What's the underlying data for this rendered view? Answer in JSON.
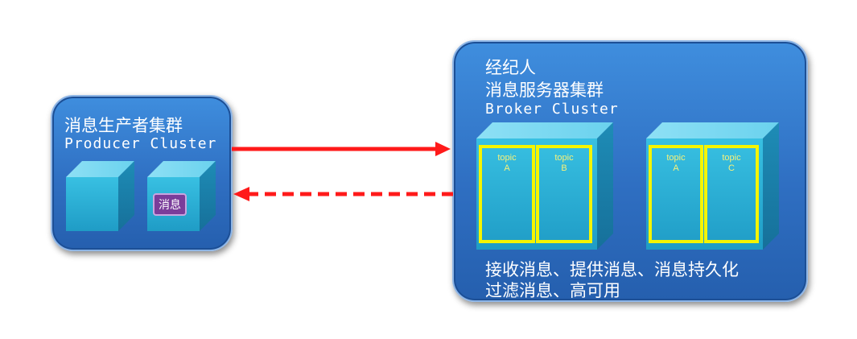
{
  "producer": {
    "title_cn": "消息生产者集群",
    "title_en": "Producer Cluster",
    "message_label": "消息"
  },
  "broker": {
    "title_cn_1": "经纪人",
    "title_cn_2": "消息服务器集群",
    "title_en": "Broker   Cluster",
    "topics": [
      {
        "line1": "topic",
        "line2": "A"
      },
      {
        "line1": "topic",
        "line2": "B"
      },
      {
        "line1": "topic",
        "line2": "A"
      },
      {
        "line1": "topic",
        "line2": "C"
      }
    ],
    "features_line1": "接收消息、提供消息、消息持久化",
    "features_line2": "过滤消息、高可用"
  },
  "colors": {
    "arrow": "#ff1a1a",
    "topic_border": "#f5f500",
    "cube_front": "#2fb2d6"
  }
}
